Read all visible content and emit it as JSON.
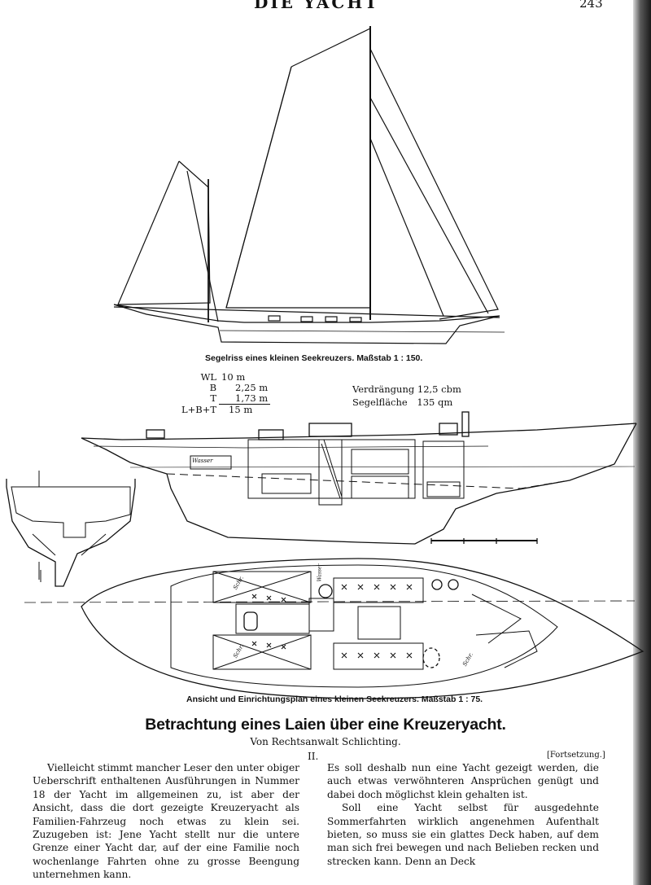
{
  "header": {
    "journal_title": "DIE YACHT",
    "page_number": "243"
  },
  "figure_top": {
    "caption": "Segelriss eines kleinen Seekreuzers. Maßstab 1 : 150."
  },
  "specs": {
    "rows": [
      {
        "label": "WL",
        "value": "10 m"
      },
      {
        "label": "B",
        "value": "2,25 m"
      },
      {
        "label": "T",
        "value": "1,73 m"
      },
      {
        "label": "L+B+T",
        "value": "15 m"
      }
    ],
    "verdraengung_label": "Verdrängung",
    "verdraengung_value": "12,5 cbm",
    "segelflaeche_label": "Segelfläche",
    "segelflaeche_value": "135 qm"
  },
  "plan_labels": {
    "wc": "Wasser",
    "schr1": "Schr.",
    "schr2": "Schr.",
    "schr3": "Schr.",
    "wasser": "Wasser"
  },
  "figure_bottom": {
    "caption": "Ansicht und Einrichtungsplan eines kleinen Seekreuzers. Maßstab 1 : 75."
  },
  "article": {
    "title": "Betrachtung eines Laien über eine Kreuzeryacht.",
    "byline": "Von Rechtsanwalt Schlichting.",
    "section": "II.",
    "continued": "[Fortsetzung.]",
    "col1_p1": "Vielleicht stimmt mancher Leser den unter obiger Ueberschrift enthaltenen Ausführungen in Nummer 18 der Yacht im allgemeinen zu, ist aber der Ansicht, dass die dort gezeigte Kreuzeryacht als Familien-Fahrzeug noch etwas zu klein sei. Zuzugeben ist: Jene Yacht stellt nur die untere Grenze einer Yacht dar, auf der eine Familie noch wochenlange Fahrten ohne zu grosse Beengung unternehmen kann.",
    "col2_p1": "Es soll deshalb nun eine Yacht gezeigt werden, die auch etwas verwöhnteren Ansprüchen genügt und dabei doch möglichst klein gehalten ist.",
    "col2_p2": "Soll eine Yacht selbst für ausgedehnte Sommerfahrten wirklich angenehmen Aufenthalt bieten, so muss sie ein glattes Deck haben, auf dem man sich frei bewegen und nach Belieben recken und strecken kann. Denn an Deck"
  }
}
